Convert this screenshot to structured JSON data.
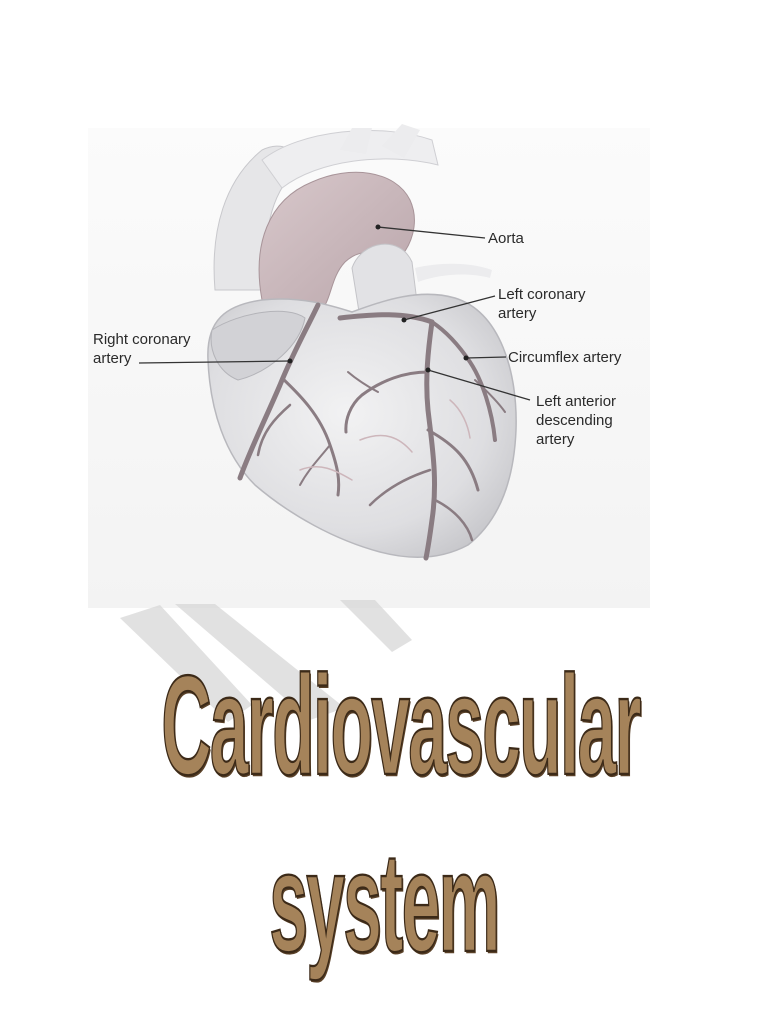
{
  "labels": {
    "aorta": "Aorta",
    "left_coronary": "Left coronary\nartery",
    "right_coronary": "Right coronary\nartery",
    "circumflex": "Circumflex artery",
    "lad": "Left anterior\ndescending\nartery"
  },
  "title": "Cardiovascular system",
  "colors": {
    "heart_fill": "#e4e4e6",
    "vessel": "#8a7c82",
    "aorta": "#c9b7bb",
    "title_fill": "#a5835a",
    "title_outline": "#3c2a18",
    "watermark": "#d9d9d9"
  }
}
